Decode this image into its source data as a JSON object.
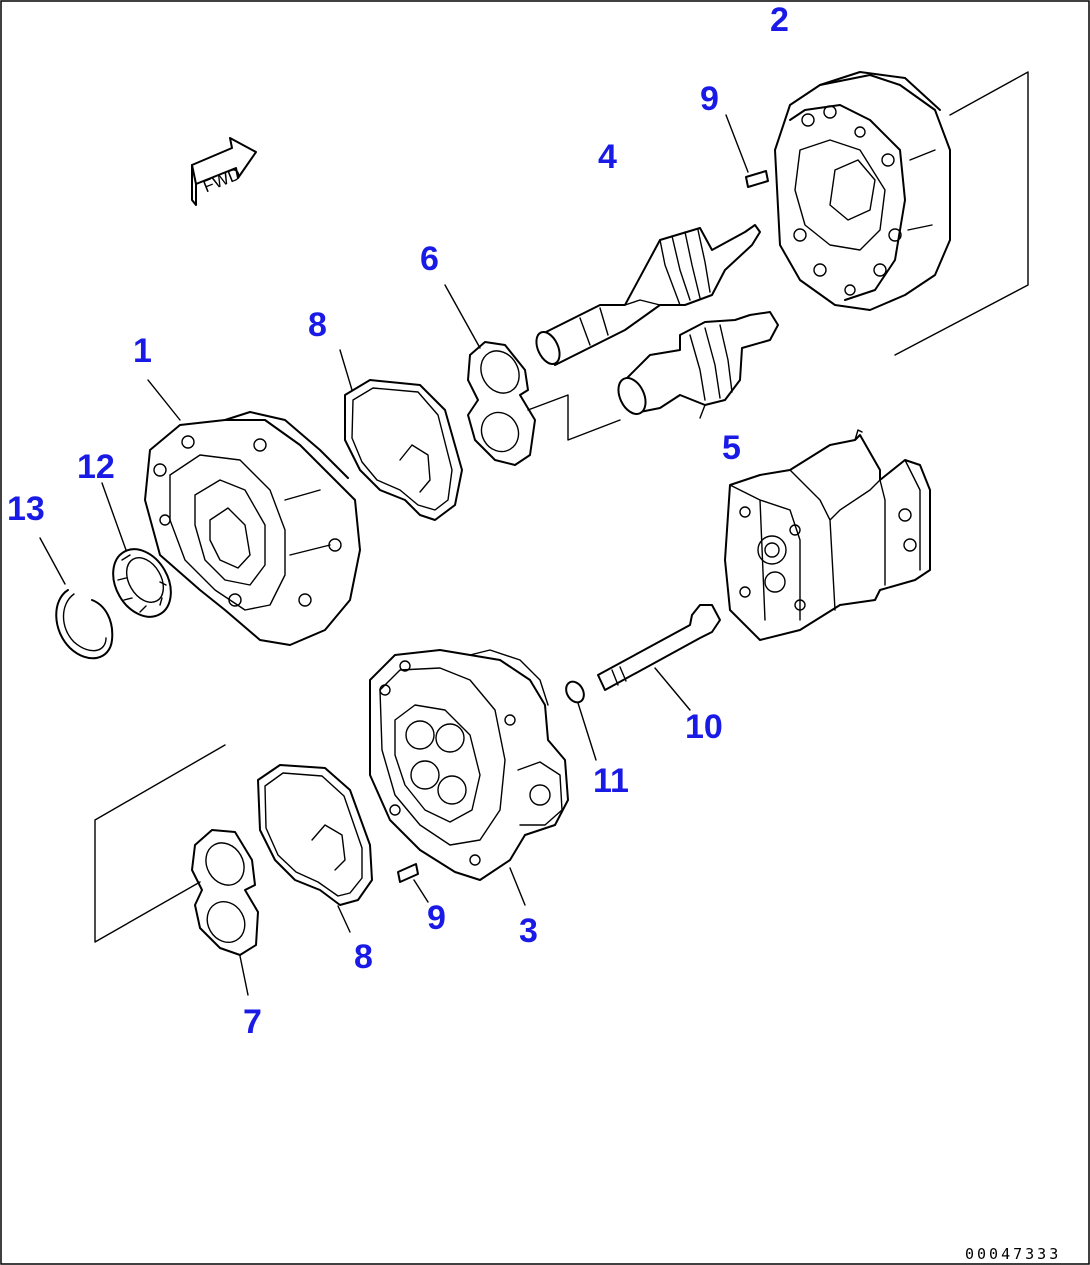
{
  "diagram": {
    "drawing_code": "00047333",
    "direction_label": "FWD",
    "callouts": [
      {
        "id": "c1",
        "text": "1"
      },
      {
        "id": "c2",
        "text": "2"
      },
      {
        "id": "c3",
        "text": "3"
      },
      {
        "id": "c4",
        "text": "4"
      },
      {
        "id": "c5",
        "text": "5"
      },
      {
        "id": "c6",
        "text": "6"
      },
      {
        "id": "c7",
        "text": "7"
      },
      {
        "id": "c8a",
        "text": "8"
      },
      {
        "id": "c8b",
        "text": "8"
      },
      {
        "id": "c9a",
        "text": "9"
      },
      {
        "id": "c9b",
        "text": "9"
      },
      {
        "id": "c10",
        "text": "10"
      },
      {
        "id": "c11",
        "text": "11"
      },
      {
        "id": "c12",
        "text": "12"
      },
      {
        "id": "c13",
        "text": "13"
      }
    ],
    "colors": {
      "callout": "#1a1ae6",
      "line": "#000000",
      "background": "#ffffff"
    }
  }
}
